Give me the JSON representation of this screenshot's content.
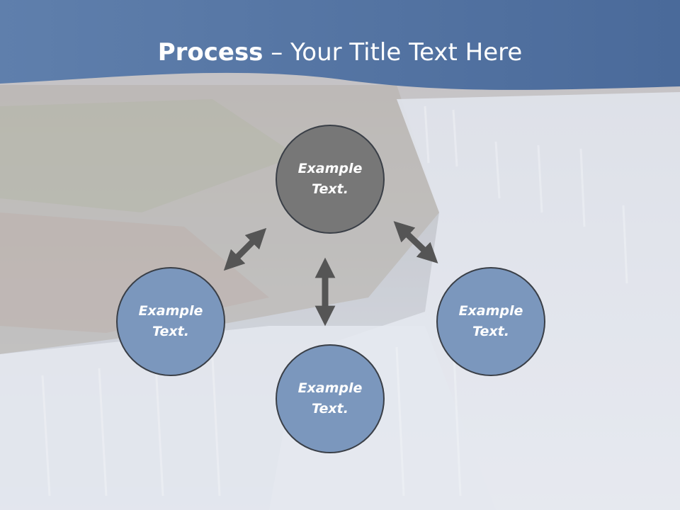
{
  "slide": {
    "title_bold": "Process",
    "title_rest": " – Your Title Text Here"
  },
  "nodes": {
    "top": "Example Text.",
    "left": "Example Text.",
    "right": "Example Text.",
    "bottom": "Example Text."
  },
  "colors": {
    "header": "#4d6d9c",
    "node_top": "#777777",
    "node_other": "#7b97bd",
    "arrow": "#555555"
  }
}
